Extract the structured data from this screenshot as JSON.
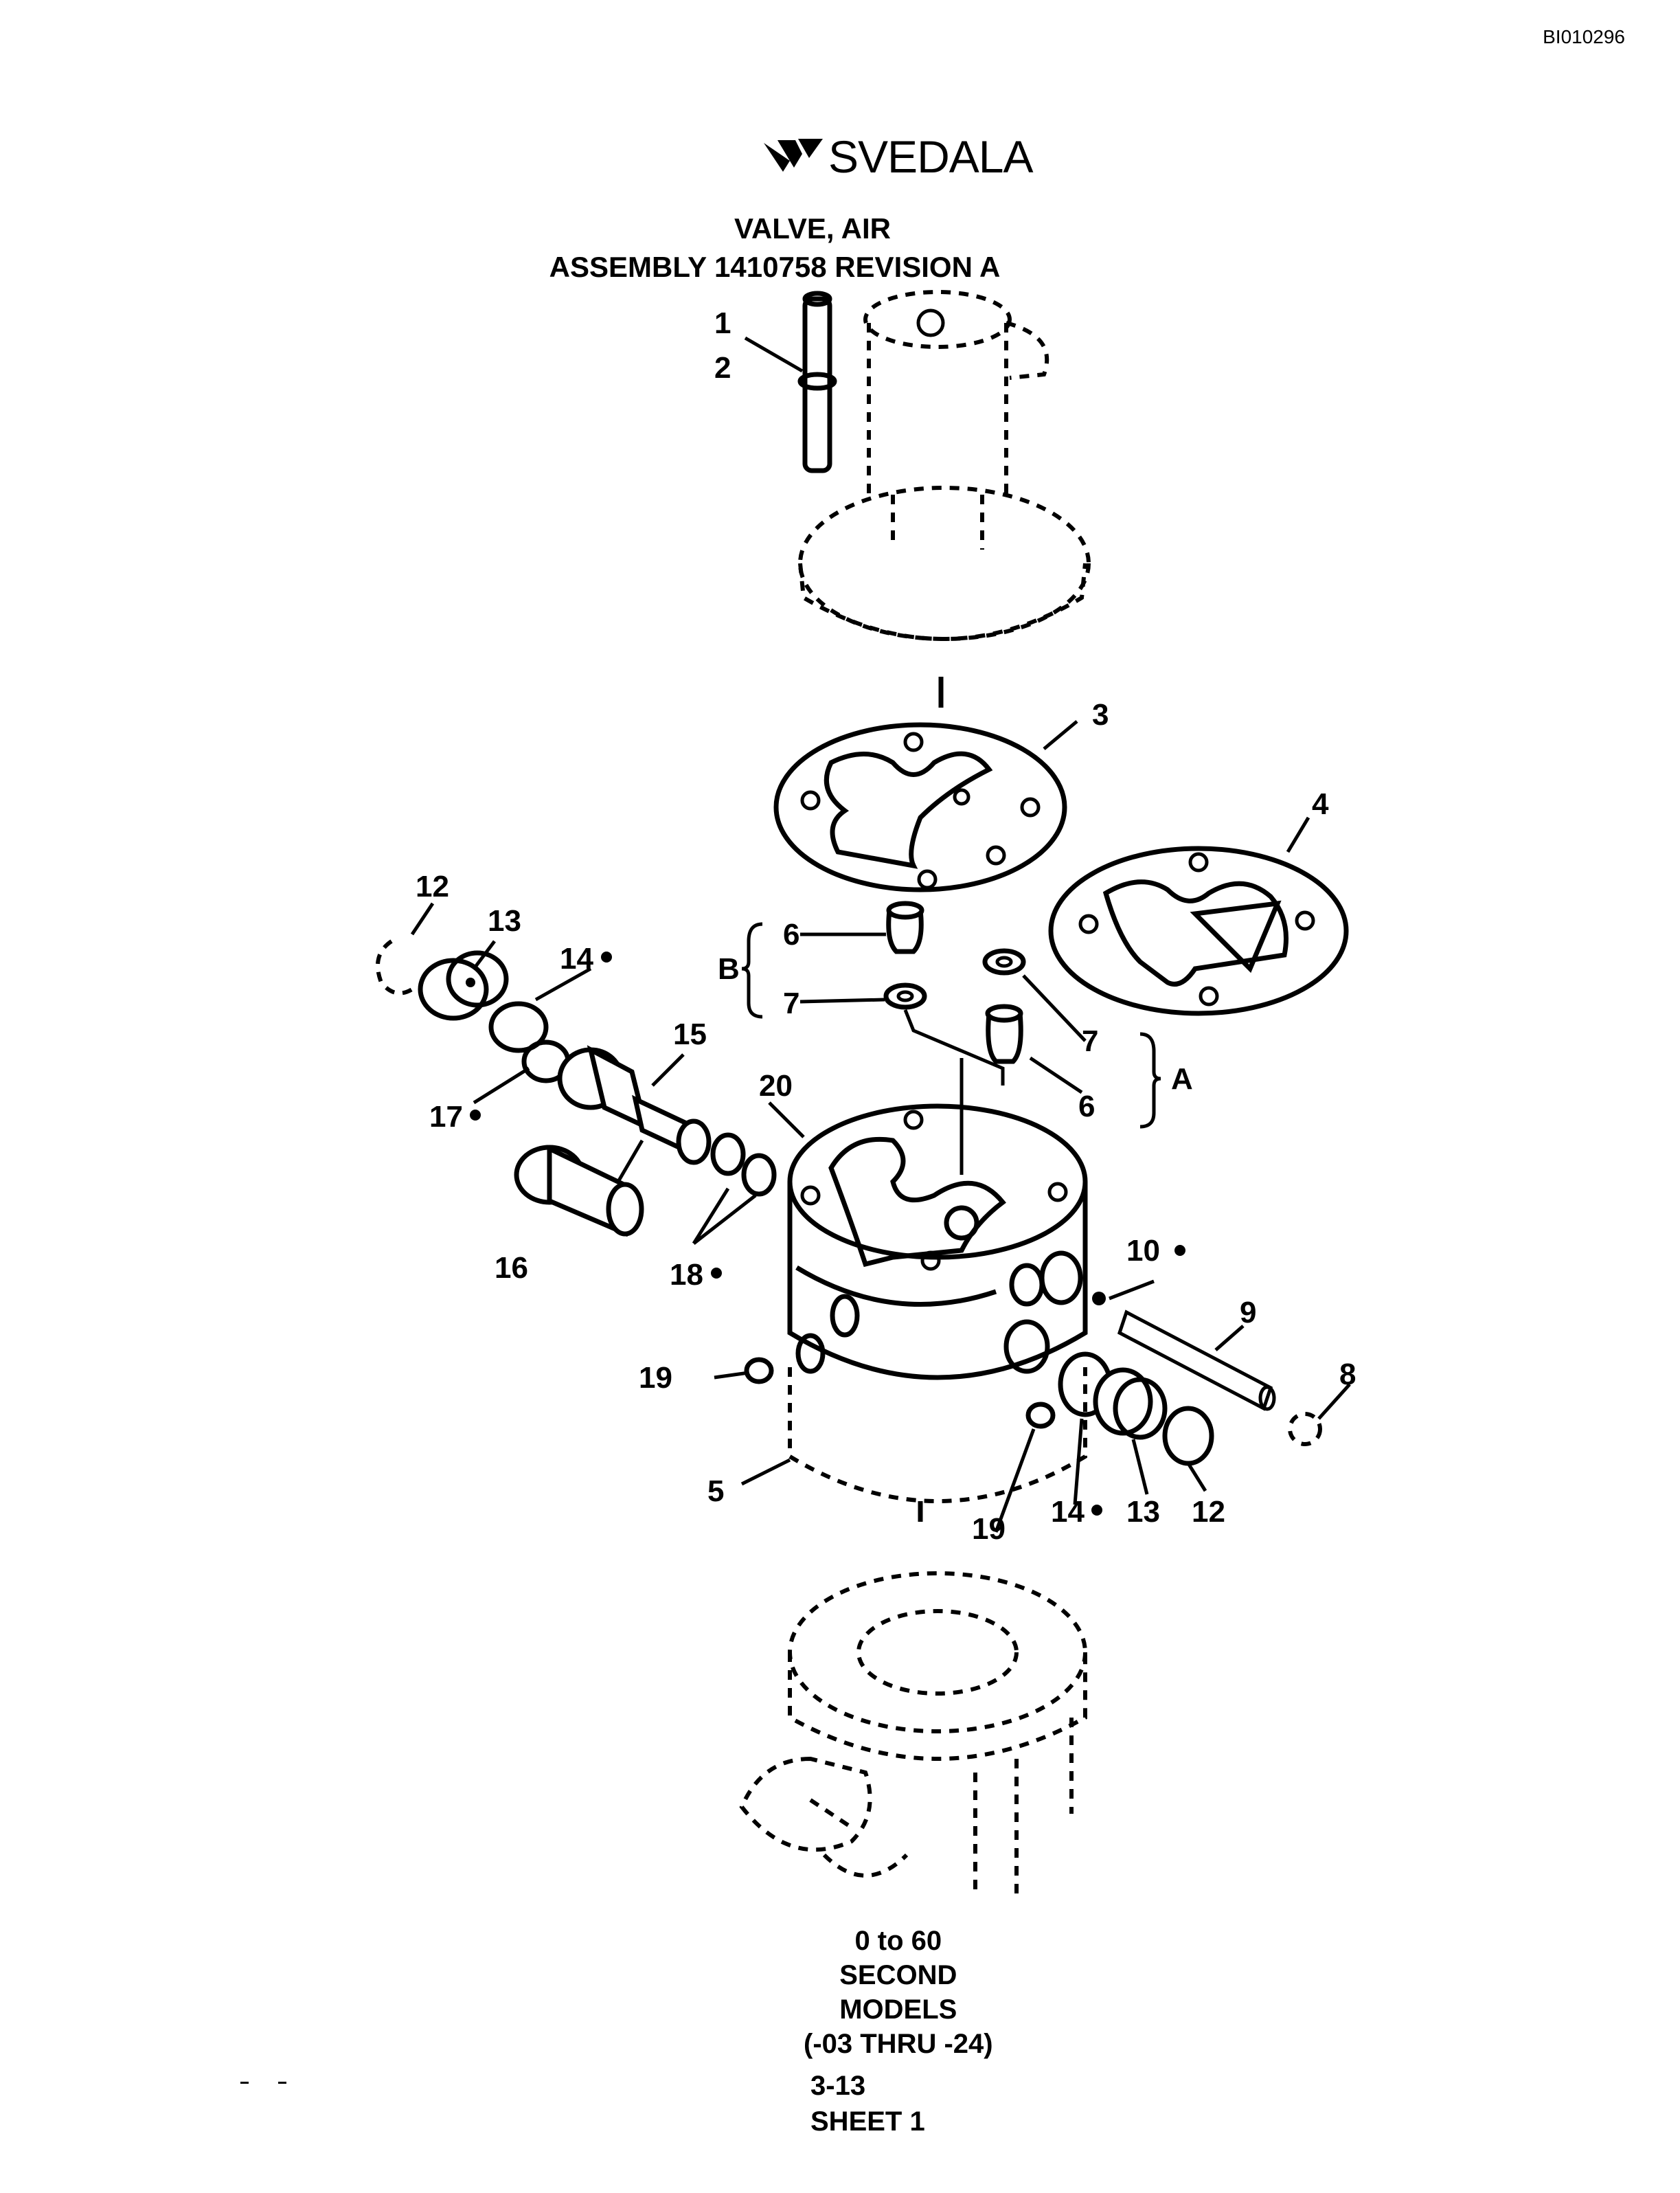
{
  "document": {
    "id": "BI010296",
    "brand": "SVEDALA",
    "title_line1": "VALVE, AIR",
    "title_line2": "ASSEMBLY 1410758 REVISION A"
  },
  "labels": {
    "p1": "1",
    "p2": "2",
    "p3": "3",
    "p4": "4",
    "p5": "5",
    "p6a": "6",
    "p6b": "6",
    "p7a": "7",
    "p7b": "7",
    "p8": "8",
    "p9": "9",
    "p10": "10",
    "p12a": "12",
    "p12b": "12",
    "p13a": "13",
    "p13b": "13",
    "p14a": "14",
    "p14b": "14",
    "p15": "15",
    "p16": "16",
    "p17": "17",
    "p18": "18",
    "p19a": "19",
    "p19b": "19",
    "p20": "20",
    "groupA": "A",
    "groupB": "B"
  },
  "footer": {
    "line1": "0 to 60",
    "line2": "SECOND",
    "line3": "MODELS",
    "line4": "(-03 THRU -24)"
  },
  "page": {
    "number": "3-13",
    "sheet": "SHEET 1"
  }
}
